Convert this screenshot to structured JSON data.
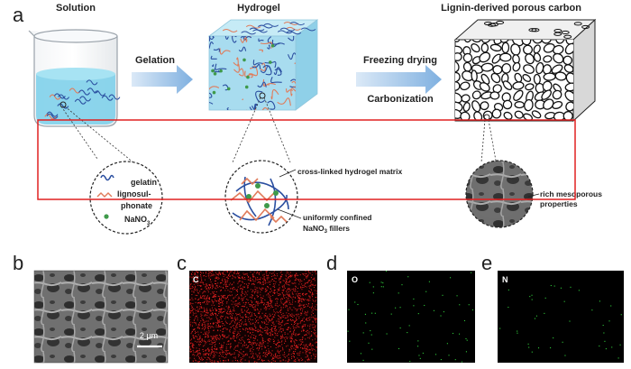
{
  "panel_letters": {
    "a": "a",
    "b": "b",
    "c": "c",
    "d": "d",
    "e": "e"
  },
  "stages": {
    "solution": "Solution",
    "hydrogel": "Hydrogel",
    "carbon": "Lignin-derived porous carbon"
  },
  "steps": {
    "gelation": "Gelation",
    "freezing": "Freezing drying",
    "carbonization": "Carbonization"
  },
  "legend": {
    "gelatin": "gelatin",
    "lignosulphonate_line1": "lignosul-",
    "lignosulphonate_line2": "phonate",
    "nano3_base": "NaNO",
    "nano3_sub": "3"
  },
  "annotations": {
    "crosslinked": "cross-linked hydrogel matrix",
    "confined_line1": "uniformly confined",
    "confined_line2_base": "NaNO",
    "confined_line2_sub": "3",
    "confined_line2_rest": " fillers",
    "mesoporous_line1": "rich mesoporous",
    "mesoporous_line2": "properties"
  },
  "sem": {
    "scale_bar": "2 μm"
  },
  "eds_maps": {
    "c": {
      "element": "C",
      "dot_color": "#e02020"
    },
    "o": {
      "element": "O",
      "dot_color": "#2fc93a"
    },
    "n": {
      "element": "N",
      "dot_color": "#2fc93a"
    }
  },
  "colors": {
    "highlight_box": "#e02020",
    "arrow": "#7fb0e0",
    "water": "#7fd0ea",
    "gel_block": "#a8dcef",
    "gelatin": "#2b4fa0",
    "lignosulphonate": "#e07b5a",
    "nano3": "#3f9a4a"
  }
}
